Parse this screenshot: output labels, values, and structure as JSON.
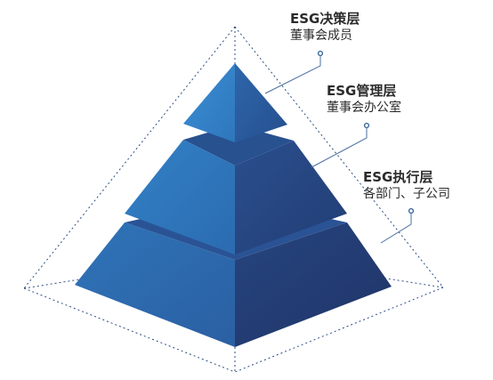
{
  "tiers": [
    {
      "title": "ESG决策层",
      "desc": "董事会成员"
    },
    {
      "title": "ESG管理层",
      "desc": "董事会办公室"
    },
    {
      "title": "ESG执行层",
      "desc": "各部门、子公司"
    }
  ],
  "colors": {
    "face_light": "#2e79bd",
    "face_mid": "#2a66ab",
    "face_dark": "#233f7d",
    "top_light": "#3a8ad0",
    "outline": "#2c4f86",
    "leader": "#4a6f9e",
    "text": "#2b2b2b"
  }
}
